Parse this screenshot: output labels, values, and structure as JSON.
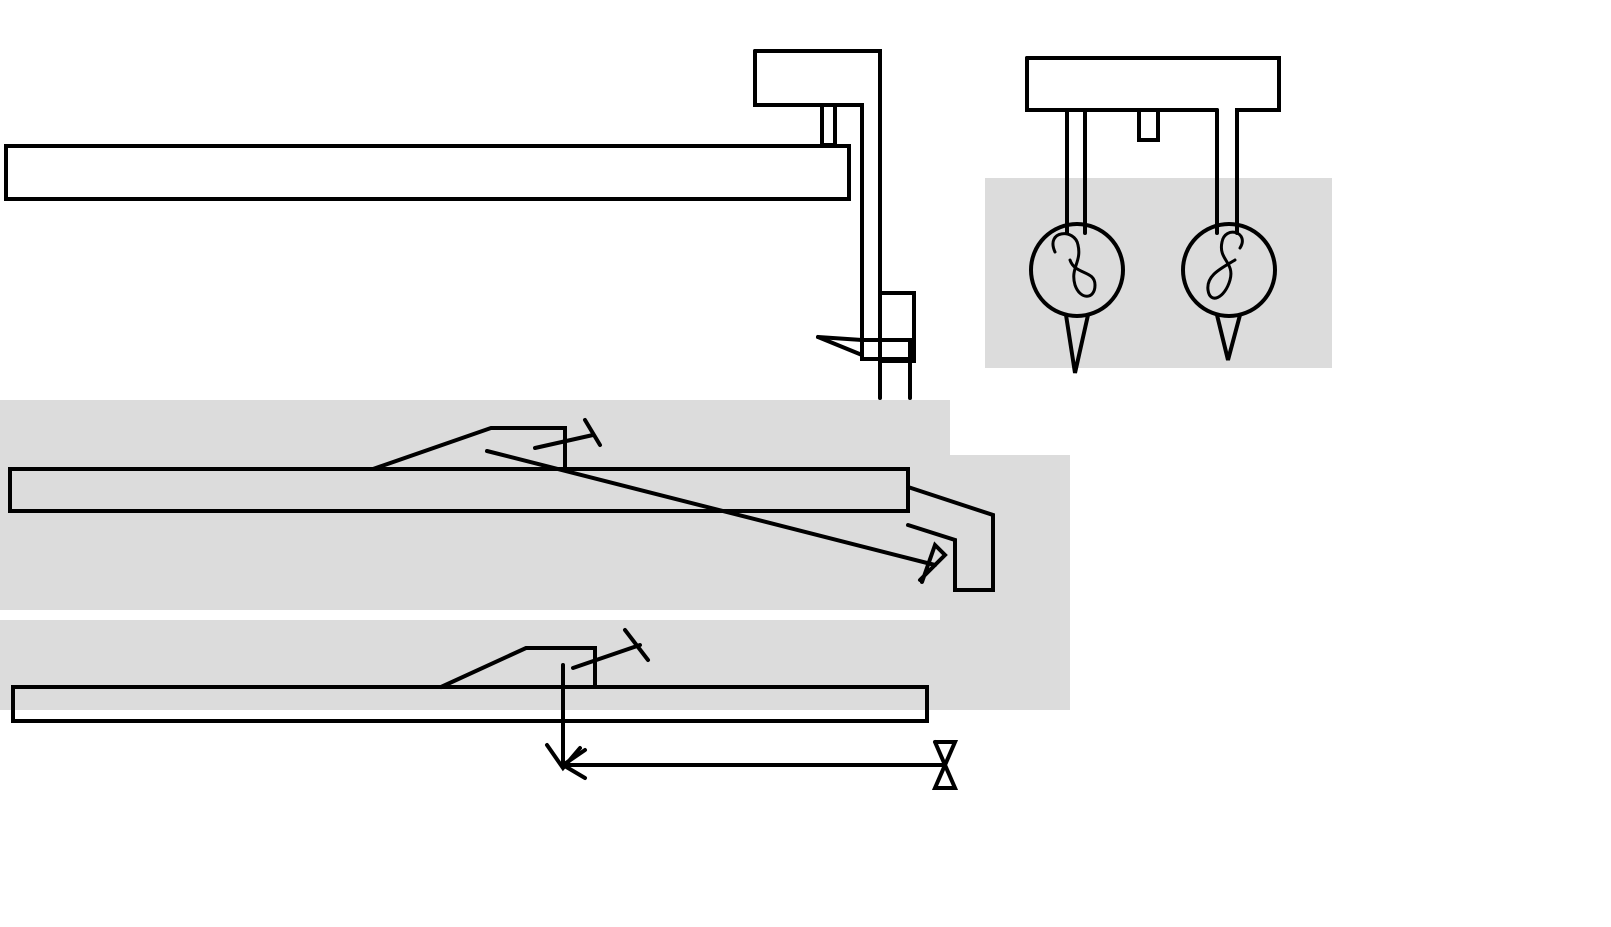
{
  "colors": {
    "background": "#ffffff",
    "shade": "#dcdcdc",
    "bar_fill": "#dcdcdc",
    "stroke": "#000000"
  },
  "elements": [
    "bar-top",
    "clamp-side-view",
    "clamp-front-view",
    "bar-middle",
    "bar-bottom",
    "scriber-angled",
    "scriber-vertical",
    "dimension-line"
  ]
}
